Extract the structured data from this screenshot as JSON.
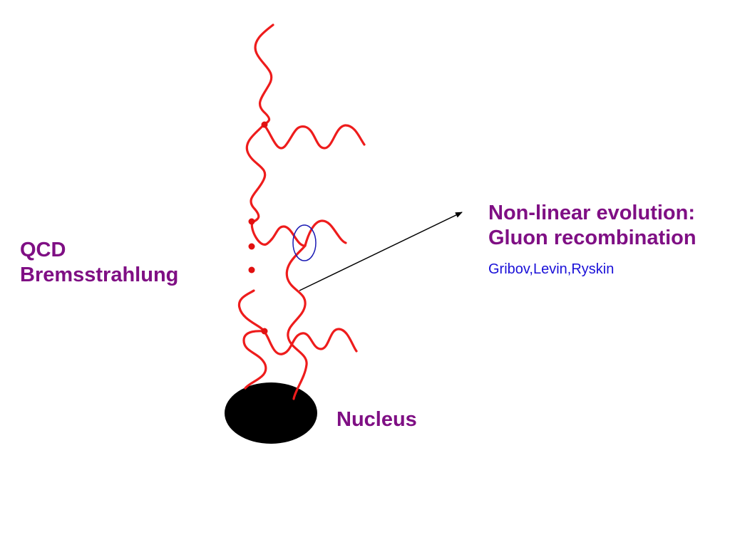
{
  "colors": {
    "gluon": "#ee1c1c",
    "vertex": "#e11010",
    "nucleus": "#000000",
    "label_purple": "#7f0f84",
    "reference_blue": "#1a10d8",
    "ellipse": "#1a1ab4",
    "arrow": "#000000"
  },
  "labels": {
    "qcd_line1": "QCD",
    "qcd_line2": "Bremsstrahlung",
    "nucleus": "Nucleus",
    "nonlinear_line1": "Non-linear evolution:",
    "nonlinear_line2": "Gluon recombination",
    "references": "Gribov,Levin,Ryskin"
  },
  "icons": {
    "nucleus": "filled-black-ellipse",
    "recombination_marker": "blue-outline-ellipse",
    "arrow": "black-arrow-right"
  }
}
